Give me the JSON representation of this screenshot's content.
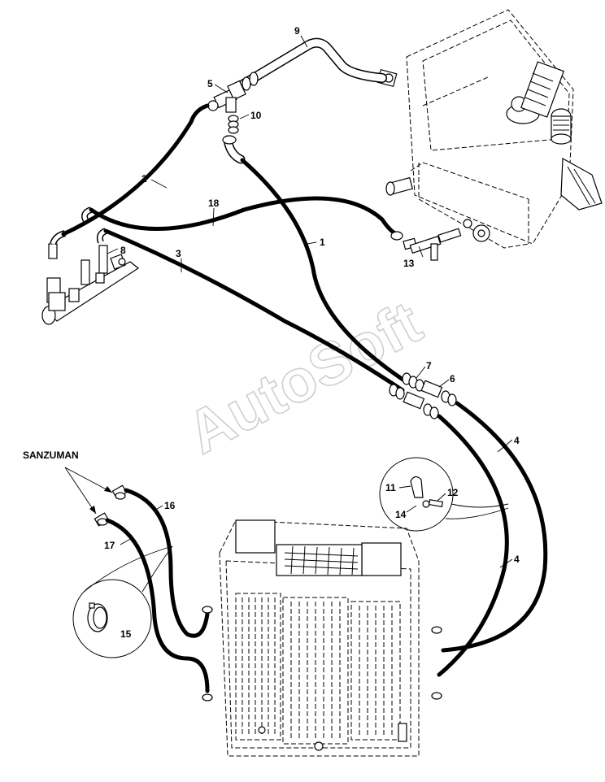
{
  "watermark": "AutoSoft",
  "note_label": "SANZUMAN",
  "callouts": {
    "c1": "1",
    "c2": "2",
    "c3": "3",
    "c4a": "4",
    "c4b": "4",
    "c5": "5",
    "c6": "6",
    "c7": "7",
    "c8": "8",
    "c9": "9",
    "c10": "10",
    "c11": "11",
    "c12": "12",
    "c13": "13",
    "c14": "14",
    "c15": "15",
    "c16": "16",
    "c17": "17",
    "c18": "18"
  }
}
